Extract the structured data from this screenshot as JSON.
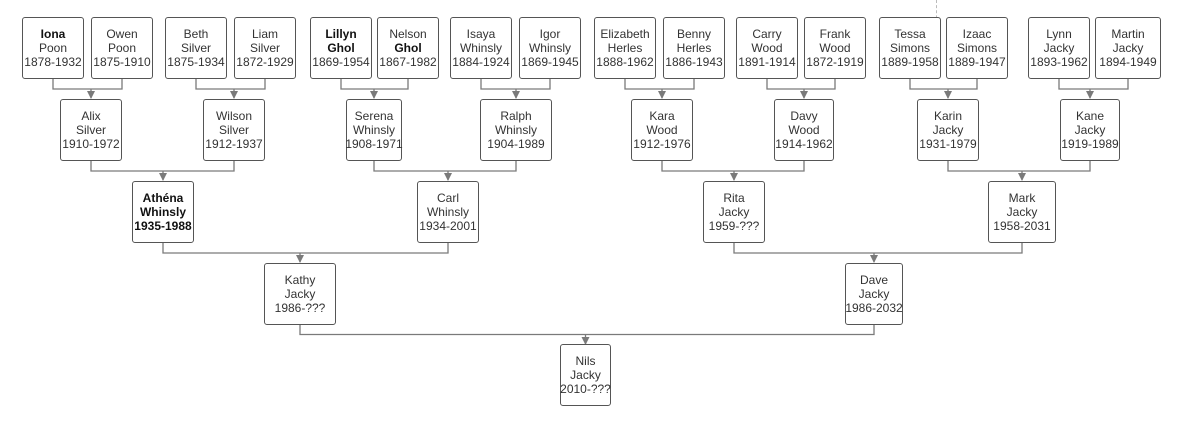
{
  "people": {
    "iona": {
      "first": "Iona",
      "last": "Poon",
      "years": "1878-1932"
    },
    "owen": {
      "first": "Owen",
      "last": "Poon",
      "years": "1875-1910"
    },
    "beth": {
      "first": "Beth",
      "last": "Silver",
      "years": "1875-1934"
    },
    "liam": {
      "first": "Liam",
      "last": "Silver",
      "years": "1872-1929"
    },
    "lillyn": {
      "first": "Lillyn",
      "last": "Ghol",
      "years": "1869-1954"
    },
    "nelson": {
      "first": "Nelson",
      "last": "Ghol",
      "years": "1867-1982"
    },
    "isaya": {
      "first": "Isaya",
      "last": "Whinsly",
      "years": "1884-1924"
    },
    "igor": {
      "first": "Igor",
      "last": "Whinsly",
      "years": "1869-1945"
    },
    "elizabeth": {
      "first": "Elizabeth",
      "last": "Herles",
      "years": "1888-1962"
    },
    "benny": {
      "first": "Benny",
      "last": "Herles",
      "years": "1886-1943"
    },
    "carry": {
      "first": "Carry",
      "last": "Wood",
      "years": "1891-1914"
    },
    "frank": {
      "first": "Frank",
      "last": "Wood",
      "years": "1872-1919"
    },
    "tessa": {
      "first": "Tessa",
      "last": "Simons",
      "years": "1889-1958"
    },
    "izaac": {
      "first": "Izaac",
      "last": "Simons",
      "years": "1889-1947"
    },
    "lynn": {
      "first": "Lynn",
      "last": "Jacky",
      "years": "1893-1962"
    },
    "martin": {
      "first": "Martin",
      "last": "Jacky",
      "years": "1894-1949"
    },
    "alix": {
      "first": "Alix",
      "last": "Silver",
      "years": "1910-1972"
    },
    "wilson": {
      "first": "Wilson",
      "last": "Silver",
      "years": "1912-1937"
    },
    "serena": {
      "first": "Serena",
      "last": "Whinsly",
      "years": "1908-1971"
    },
    "ralph": {
      "first": "Ralph",
      "last": "Whinsly",
      "years": "1904-1989"
    },
    "kara": {
      "first": "Kara",
      "last": "Wood",
      "years": "1912-1976"
    },
    "davy": {
      "first": "Davy",
      "last": "Wood",
      "years": "1914-1962"
    },
    "karin": {
      "first": "Karin",
      "last": "Jacky",
      "years": "1931-1979"
    },
    "kane": {
      "first": "Kane",
      "last": "Jacky",
      "years": "1919-1989"
    },
    "athena": {
      "first": "Athéna",
      "last": "Whinsly",
      "years": "1935-1988"
    },
    "carl": {
      "first": "Carl",
      "last": "Whinsly",
      "years": "1934-2001"
    },
    "rita": {
      "first": "Rita",
      "last": "Jacky",
      "years": "1959-???"
    },
    "mark": {
      "first": "Mark",
      "last": "Jacky",
      "years": "1958-2031"
    },
    "kathy": {
      "first": "Kathy",
      "last": "Jacky",
      "years": "1986-???"
    },
    "dave": {
      "first": "Dave",
      "last": "Jacky",
      "years": "1986-2032"
    },
    "nils": {
      "first": "Nils",
      "last": "Jacky",
      "years": "2010-???"
    }
  },
  "colors": {
    "line": "#7a7a7a",
    "border": "#555555"
  }
}
